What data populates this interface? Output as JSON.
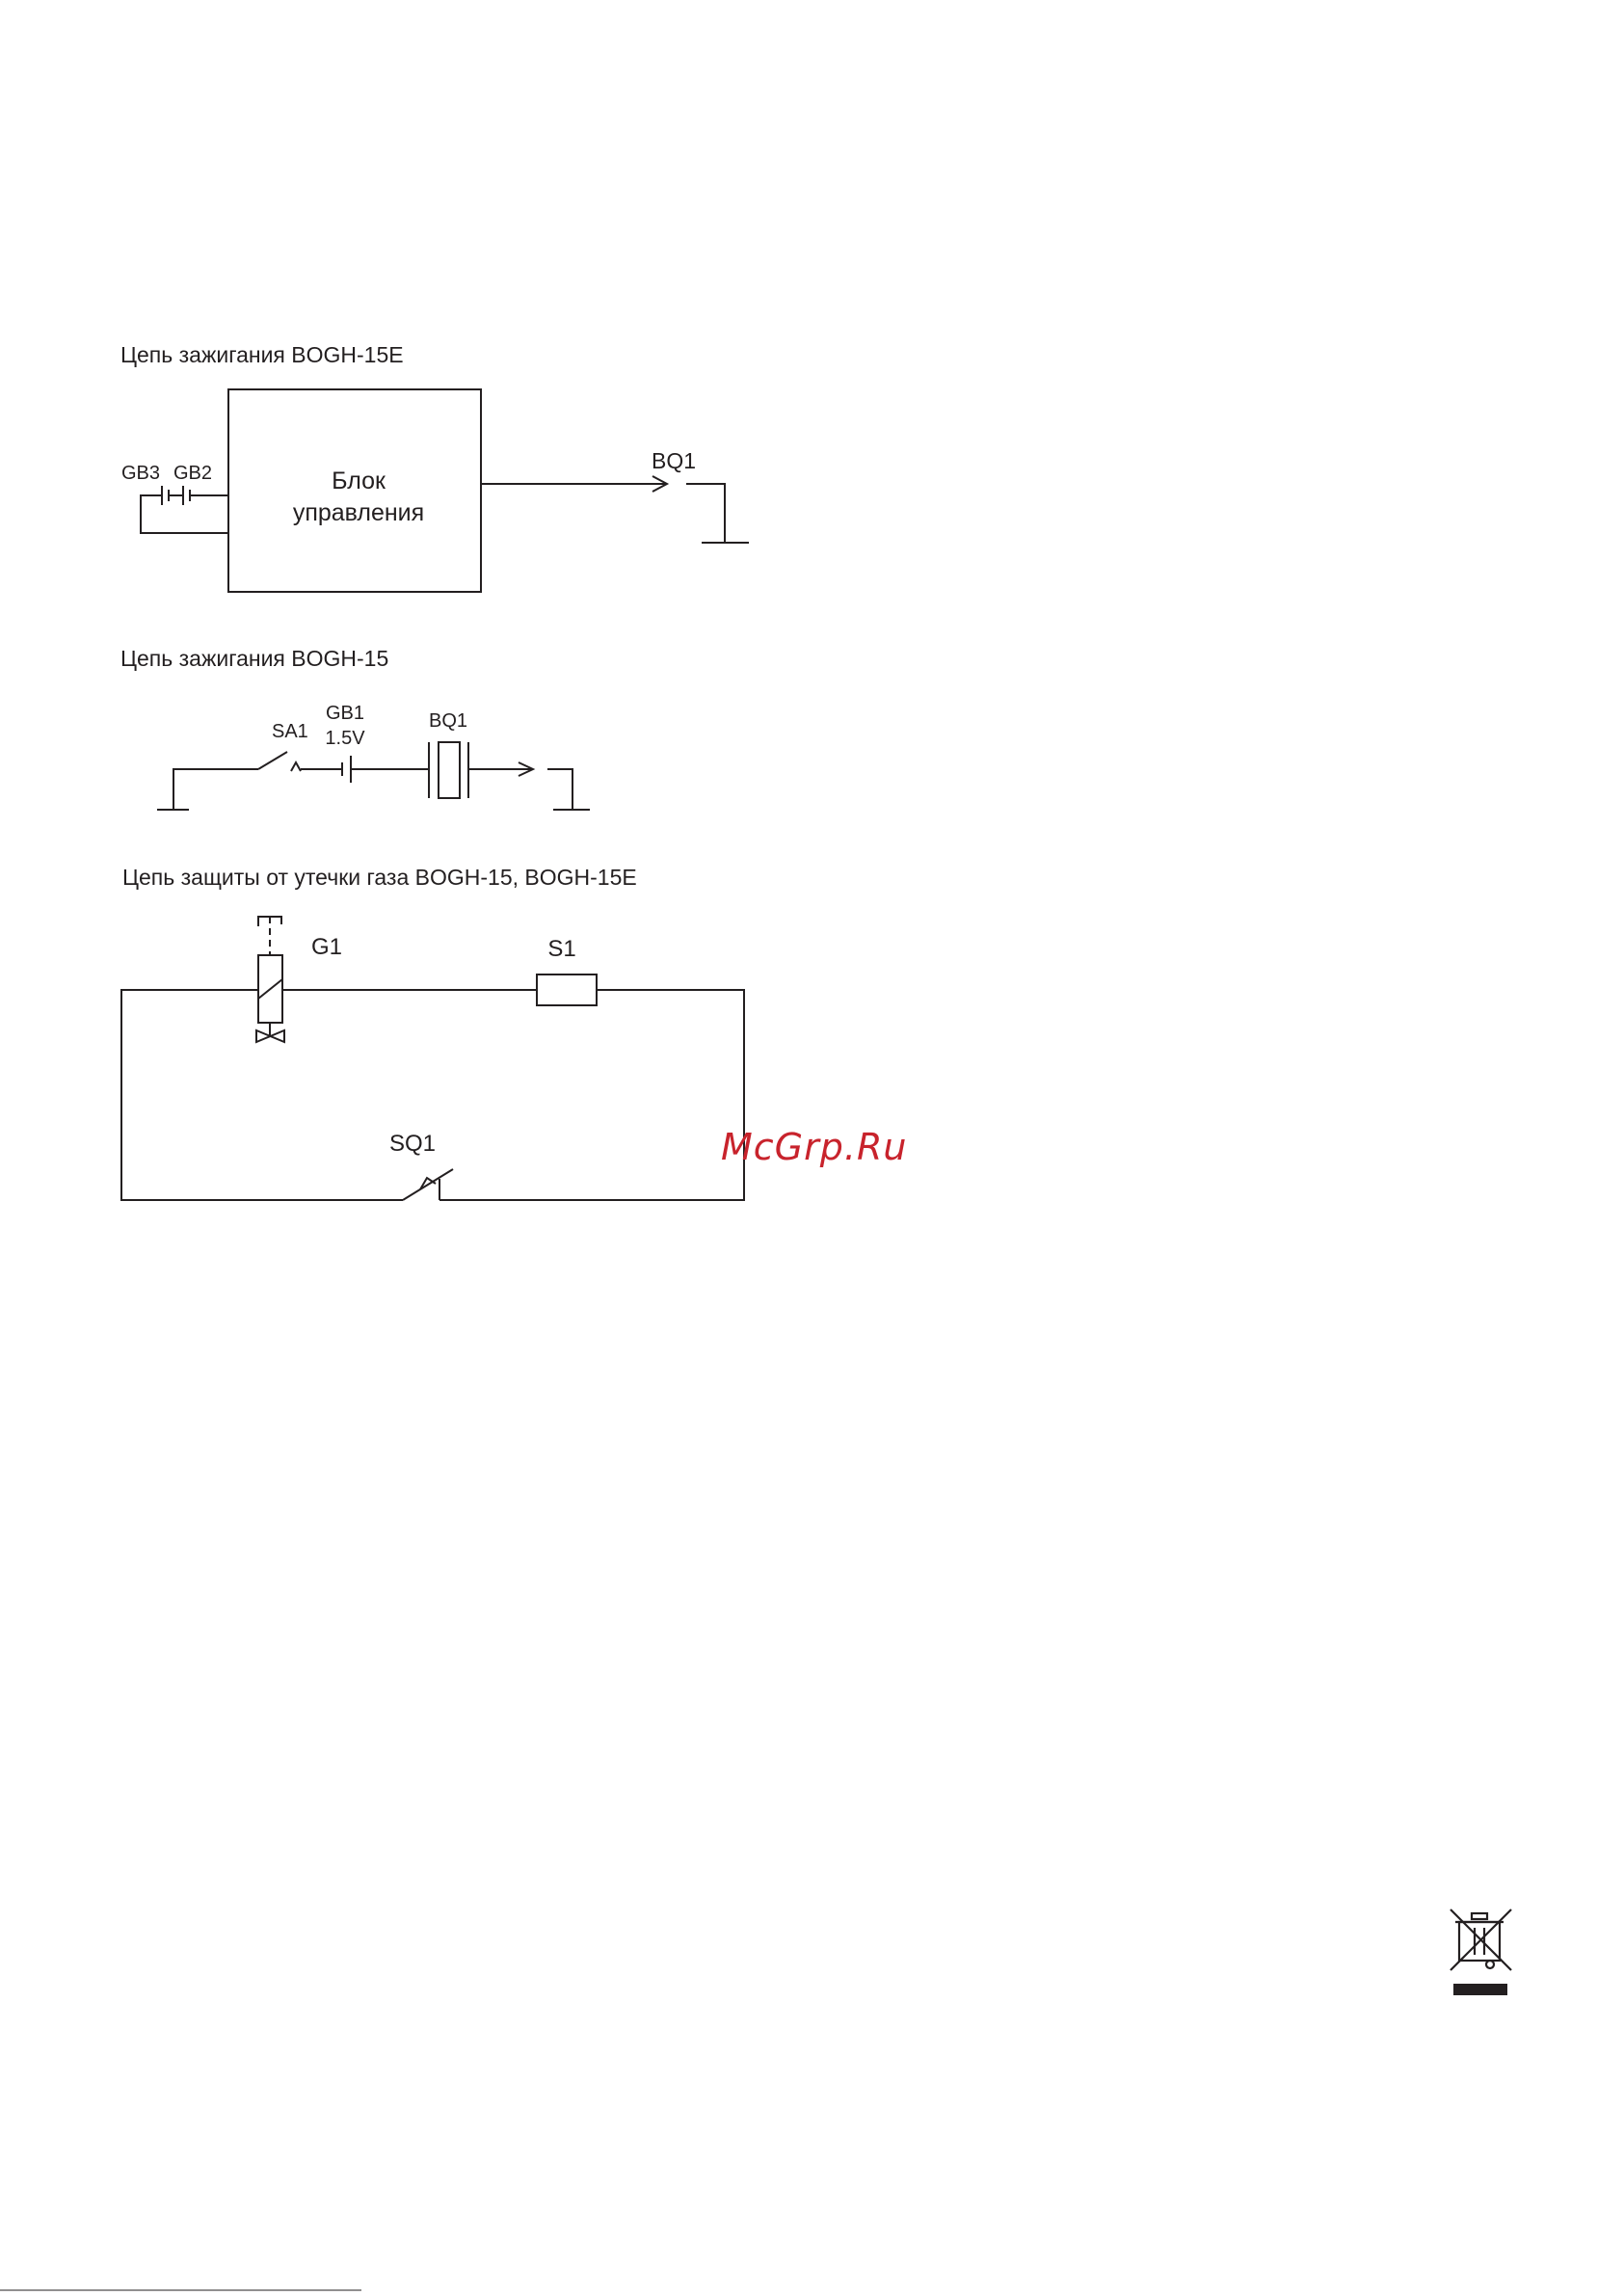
{
  "diagram1": {
    "title": "Цепь зажигания BOGH-15E",
    "block_label_line1": "Блок",
    "block_label_line2": "управления",
    "gb3_label": "GB3",
    "gb2_label": "GB2",
    "bq1_label": "BQ1"
  },
  "diagram2": {
    "title": "Цепь зажигания BOGH-15",
    "sa1_label": "SA1",
    "gb1_label": "GB1",
    "gb1_voltage": "1.5V",
    "bq1_label": "BQ1"
  },
  "diagram3": {
    "title": "Цепь защиты от утечки газа BOGH-15, BOGH-15E",
    "g1_label": "G1",
    "s1_label": "S1",
    "sq1_label": "SQ1"
  },
  "watermark": {
    "text": "McGrp.Ru",
    "color": "#c8232c"
  },
  "weee_icon": "crossed-out-wheelie-bin-icon"
}
